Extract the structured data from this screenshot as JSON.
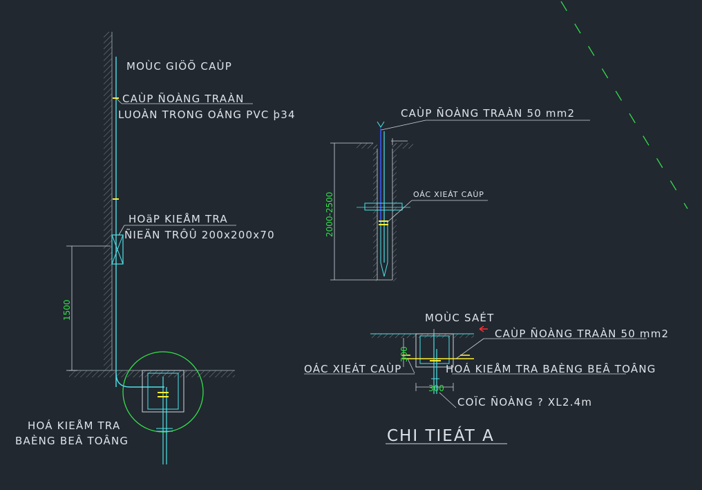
{
  "labels": {
    "moc_gio_cap": "MOÙC GIÖÕ CAÙP",
    "cap_dong_tran_1": "CAÙP ÑOÀNG TRAÀN",
    "luon_trong_ong": "LUOÀN TRONG OÁNG PVC þ34",
    "hop_kiem_tra": "HOäP KIEÅM TRA",
    "dien_tro": "ÑIEÄN TRÔÛ 200x200x70",
    "cap_dong_tran_50_top": "CAÙP ÑOÀNG TRAÀN 50 mm2",
    "oc_xiet_cap_small": "OÁC XIEÁT CAÙP",
    "dim_2000_2500": "2000-2500",
    "dim_1500": "1500",
    "moc_sat": "MOÙC SAÉT",
    "cap_dong_tran_50_bottom": "CAÙP ÑOÀNG TRAÀN 50 mm2",
    "oc_xiet_cap": "OÁC XIEÁT CAÙP",
    "ho_kiem_tra_beng_be_tong_right": "HOÁ KIEÅM TRA BAÈNG BEÂ TOÂNG",
    "dim_300_v": "300",
    "dim_300_h": "300",
    "coc_dong": "COÏC ÑOÀNG ? XL2.4m",
    "ho_kiem_tra_left": "HOÁ KIEÅM TRA",
    "beng_be_tong_left": "BAÈNG BEÂ TOÂNG",
    "chi_tiet_a": "CHI TIEÁT A"
  },
  "colors": {
    "background": "#212830",
    "cyan": "#4fe3e8",
    "green": "#34e04a",
    "yellow": "#ffef2e",
    "text": "#dfe4ea",
    "red": "#ff3030",
    "blue": "#3a5cff"
  }
}
